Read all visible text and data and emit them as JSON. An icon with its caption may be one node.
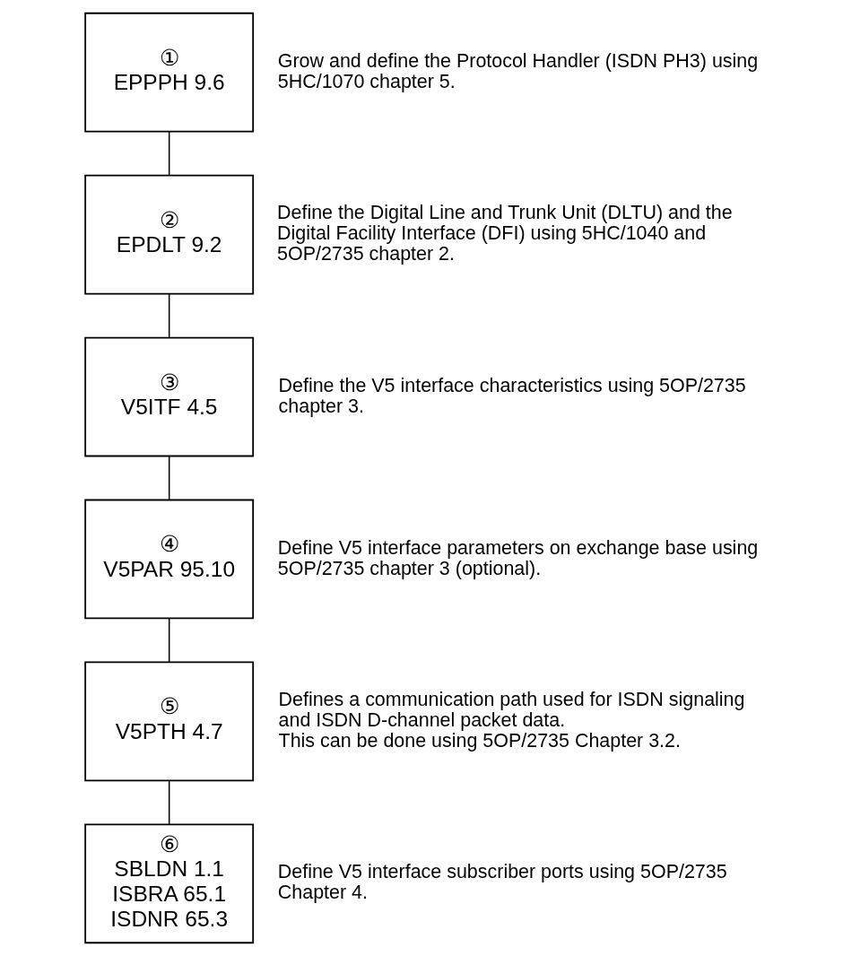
{
  "diagram": {
    "nodes": [
      {
        "text": [
          "①",
          "EPPPH 9.6"
        ],
        "beside": [
          "Grow and define the Protocol Handler (ISDN PH3) using 5HC/1070 chapter 5."
        ]
      },
      {
        "text": [
          "②",
          "EPDLT 9.2"
        ],
        "beside": [
          "Define the Digital Line and Trunk Unit (DLTU) and the Digital Facility Interface (DFI) using 5HC/1040 and 5OP/2735 chapter 2."
        ]
      },
      {
        "text": [
          "③",
          "V5ITF 4.5"
        ],
        "beside": [
          "Define the V5 interface characteristics using 5OP/2735 chapter 3."
        ]
      },
      {
        "text": [
          "④",
          "V5PAR 95.10"
        ],
        "beside": [
          "Define V5 interface parameters on exchange base using 5OP/2735 chapter 3 (optional)."
        ]
      },
      {
        "text": [
          "⑤",
          "V5PTH 4.7"
        ],
        "beside": [
          "Defines a communication path used for ISDN signaling and ISDN D-channel packet data.",
          "This can be done using 5OP/2735 Chapter 3.2."
        ]
      },
      {
        "text": [
          "⑥",
          "SBLDN 1.1",
          "ISBRA 65.1",
          "ISDNR 65.3"
        ],
        "beside": [
          "Define V5 interface subscriber ports using 5OP/2735 Chapter 4."
        ]
      }
    ],
    "edges": [
      {
        "from": 0,
        "to": 1,
        "arrow": "none"
      },
      {
        "from": 1,
        "to": 2,
        "arrow": "none"
      },
      {
        "from": 2,
        "to": 3,
        "arrow": "none"
      },
      {
        "from": 3,
        "to": 4,
        "arrow": "none"
      },
      {
        "from": 4,
        "to": 5,
        "arrow": "none"
      }
    ]
  }
}
